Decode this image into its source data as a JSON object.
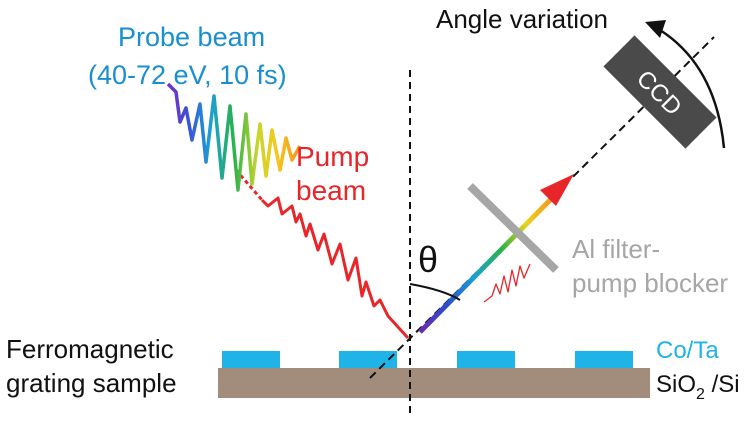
{
  "labels": {
    "probe_line1": "Probe beam",
    "probe_line2": "(40-72 eV, 10 fs)",
    "pump_line1": "Pump",
    "pump_line2": "beam",
    "angle_variation": "Angle variation",
    "ccd": "CCD",
    "theta": "θ",
    "filter_line1": "Al filter-",
    "filter_line2": "pump blocker",
    "sample_line1": "Ferromagnetic",
    "sample_line2": "grating sample",
    "coating": "Co/Ta",
    "substrate_main": "SiO",
    "substrate_sub": "2",
    "substrate_tail": " /Si"
  },
  "colors": {
    "probe_text": "#1a8fd0",
    "pump_red": "#e8262a",
    "filter_gray": "#a6a6a6",
    "grating_blue": "#1fb3e8",
    "substrate_brown": "#a28d7c",
    "ccd_fill": "#4a4a4a",
    "text_dark": "#111111"
  }
}
